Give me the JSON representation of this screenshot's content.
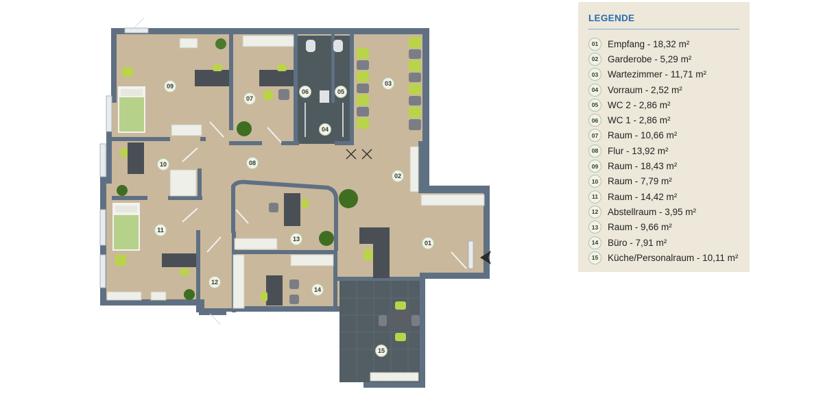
{
  "legend": {
    "title": "LEGENDE",
    "items": [
      {
        "num": "01",
        "text": "Empfang - 18,32 m²"
      },
      {
        "num": "02",
        "text": "Garderobe - 5,29 m²"
      },
      {
        "num": "03",
        "text": "Wartezimmer - 11,71 m²"
      },
      {
        "num": "04",
        "text": "Vorraum - 2,52 m²"
      },
      {
        "num": "05",
        "text": "WC 2 - 2,86 m²"
      },
      {
        "num": "06",
        "text": "WC 1 - 2,86 m²"
      },
      {
        "num": "07",
        "text": "Raum - 10,66 m²"
      },
      {
        "num": "08",
        "text": "Flur - 13,92 m²"
      },
      {
        "num": "09",
        "text": "Raum - 18,43 m²"
      },
      {
        "num": "10",
        "text": "Raum - 7,79 m²"
      },
      {
        "num": "11",
        "text": "Raum - 14,42 m²"
      },
      {
        "num": "12",
        "text": "Abstellraum - 3,95 m²"
      },
      {
        "num": "13",
        "text": "Raum - 9,66 m²"
      },
      {
        "num": "14",
        "text": "Büro - 7,91 m²"
      },
      {
        "num": "15",
        "text": "Küche/Personalraum - 10,11 m²"
      }
    ]
  },
  "plan": {
    "rooms": [
      "01",
      "02",
      "03",
      "04",
      "05",
      "06",
      "07",
      "08",
      "09",
      "10",
      "11",
      "12",
      "13",
      "14",
      "15"
    ]
  },
  "colors": {
    "floor": "#c9b89b",
    "wall": "#5f7083",
    "tile": "#4f5a5f",
    "chair": "#b9d44a",
    "desk": "#4a4f55",
    "bed": "#b6d189",
    "accent": "#2a6cae"
  }
}
